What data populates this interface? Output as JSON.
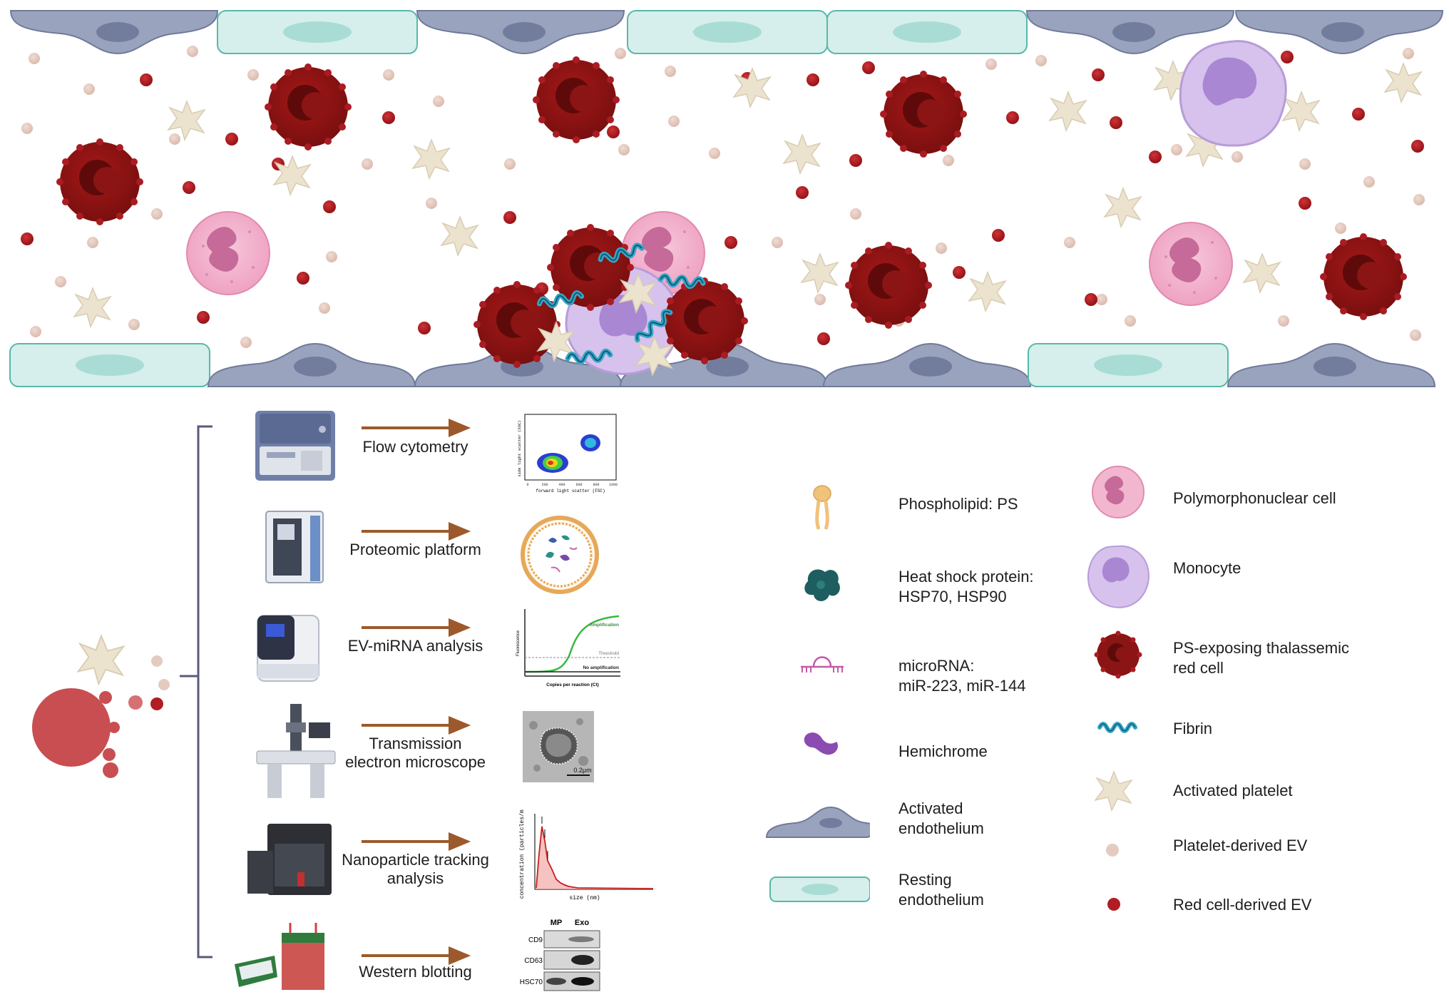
{
  "methods": [
    {
      "label": "Flow cytometry"
    },
    {
      "label": "Proteomic platform"
    },
    {
      "label": "EV-miRNA analysis"
    },
    {
      "label": "Transmission electron microscope"
    },
    {
      "label": "Nanoparticle tracking analysis"
    },
    {
      "label": "Western blotting"
    }
  ],
  "flow_chart": {
    "ylabel": "side light scatter (SSC)",
    "xlabel": "forward light scatter (FSC)",
    "xticks": [
      "0",
      "200",
      "400",
      "600",
      "800",
      "1000"
    ]
  },
  "pcr_chart": {
    "ylabel": "Fluorescence",
    "xlabel": "Copies per reaction (Ct)",
    "amplification": "Amplification",
    "threshold": "Threshold",
    "no_amplification": "No amplification"
  },
  "tem": {
    "scale": "0.2μm"
  },
  "nta_chart": {
    "ylabel": "concentration (particles/ml)",
    "xlabel": "size (nm)"
  },
  "western": {
    "columns": [
      "MP",
      "Exo"
    ],
    "rows": [
      "CD9",
      "CD63",
      "HSC70"
    ]
  },
  "legend_left": [
    {
      "text1": "Phospholipid: PS",
      "text2": ""
    },
    {
      "text1": "Heat shock protein:",
      "text2": "HSP70, HSP90"
    },
    {
      "text1": "microRNA:",
      "text2": "miR-223, miR-144"
    },
    {
      "text1": "Hemichrome",
      "text2": ""
    },
    {
      "text1": "Activated",
      "text2": "endothelium"
    },
    {
      "text1": "Resting",
      "text2": "endothelium"
    }
  ],
  "legend_right": [
    {
      "text1": "Polymorphonuclear cell",
      "text2": ""
    },
    {
      "text1": "Monocyte",
      "text2": ""
    },
    {
      "text1": "PS-exposing thalassemic",
      "text2": "red cell"
    },
    {
      "text1": "Fibrin",
      "text2": ""
    },
    {
      "text1": "Activated platelet",
      "text2": ""
    },
    {
      "text1": "Platelet-derived EV",
      "text2": ""
    },
    {
      "text1": "Red cell-derived EV",
      "text2": ""
    }
  ],
  "colors": {
    "red_cell": "#8b1414",
    "red_ev": "#b01e22",
    "platelet_ev": "#e4cbc0",
    "platelet": "#ece3cf",
    "pmn": "#f2b7cf",
    "monocyte": "#d6c2ec",
    "activated_endo": "#9aa3bd",
    "resting_endo": "#d6efec",
    "arrow": "#9c5a2c",
    "fibrin": "#35a7c6"
  }
}
